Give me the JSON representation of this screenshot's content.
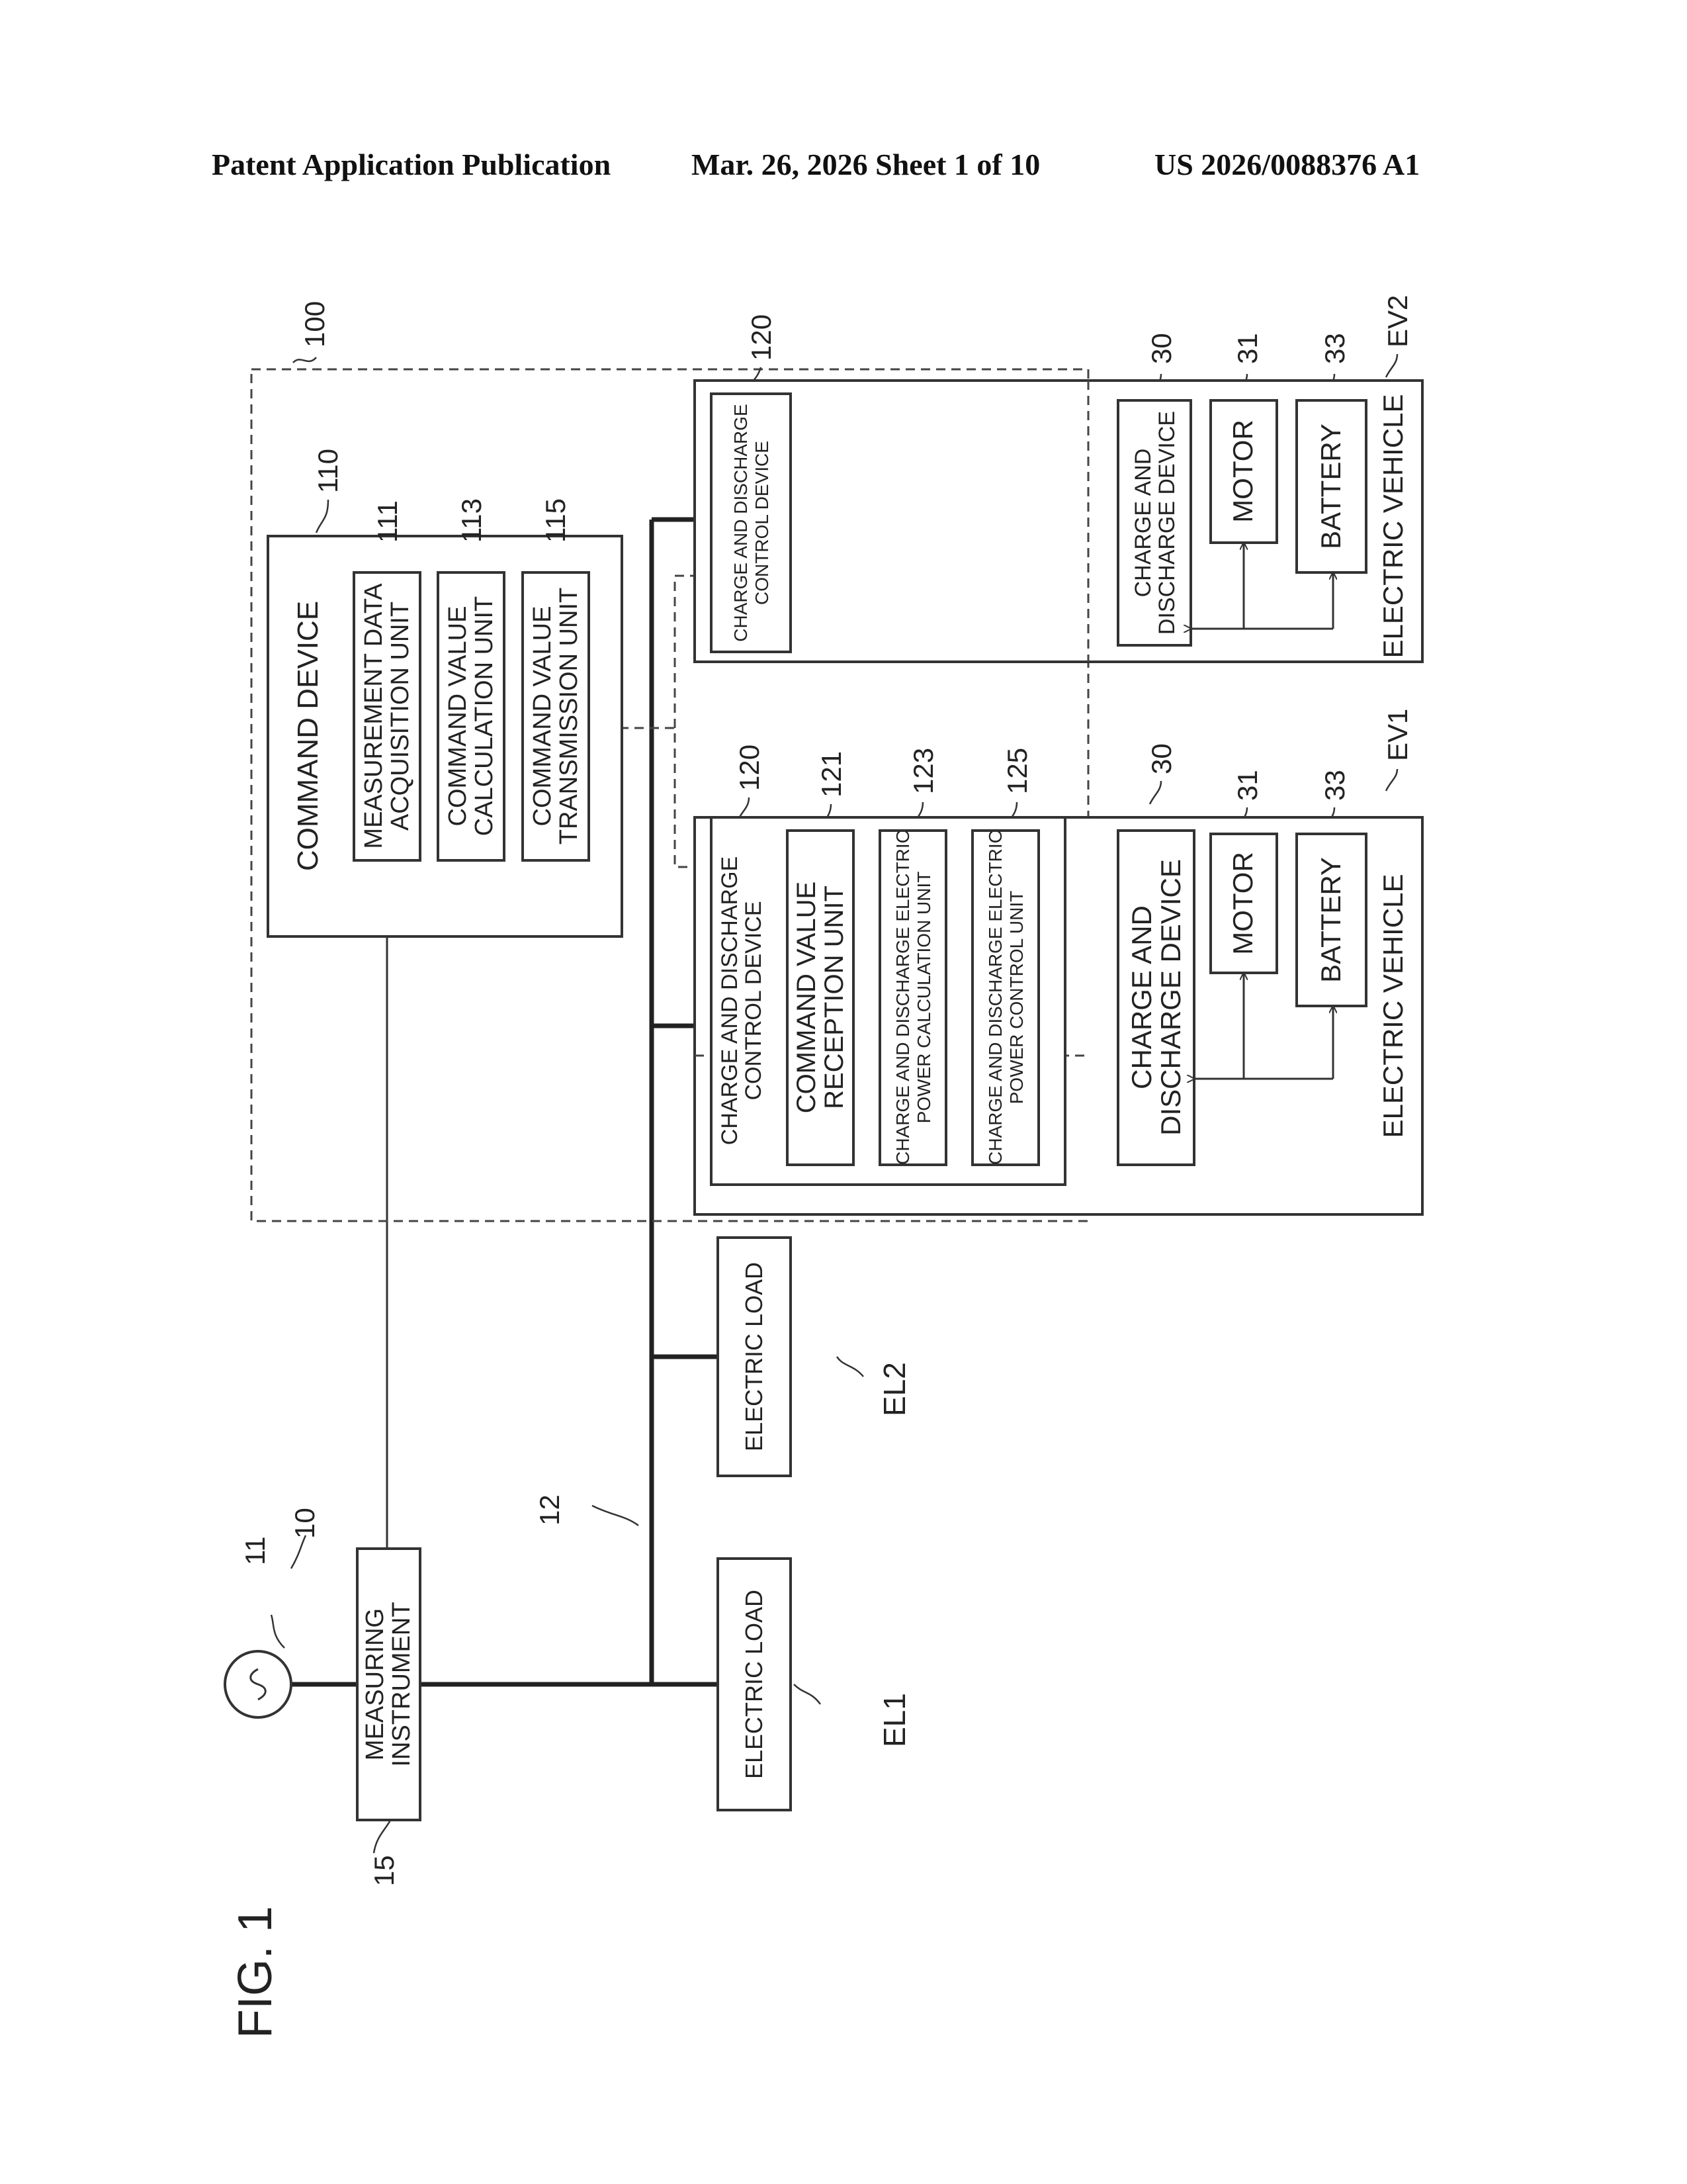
{
  "header": {
    "publication": "Patent Application Publication",
    "date_sheet": "Mar. 26, 2026  Sheet 1 of 10",
    "number": "US 2026/0088376 A1"
  },
  "figure": {
    "label": "FIG. 1"
  },
  "refs": {
    "r100": "100",
    "r110": "110",
    "r111": "111",
    "r113": "113",
    "r115": "115",
    "r120a": "120",
    "r120b": "120",
    "r121": "121",
    "r123": "123",
    "r125": "125",
    "r30a": "30",
    "r31a": "31",
    "r33a": "33",
    "r30b": "30",
    "r31b": "31",
    "r33b": "33",
    "ev1": "EV1",
    "ev2": "EV2",
    "el1": "EL1",
    "el2": "EL2",
    "r10": "10",
    "r11": "11",
    "r12": "12",
    "r15": "15"
  },
  "labels": {
    "measuring_1": "MEASURING",
    "measuring_2": "INSTRUMENT",
    "electric_load_1": "ELECTRIC LOAD",
    "electric_load_2": "ELECTRIC LOAD",
    "command_device": "COMMAND DEVICE",
    "meas_acq_1": "MEASUREMENT DATA",
    "meas_acq_2": "ACQUISITION UNIT",
    "cmd_calc_1": "COMMAND VALUE",
    "cmd_calc_2": "CALCULATION UNIT",
    "cmd_tx_1": "COMMAND VALUE",
    "cmd_tx_2": "TRANSMISSION UNIT",
    "cdc1_1": "CHARGE AND DISCHARGE",
    "cdc1_2": "CONTROL DEVICE",
    "cvr_1": "COMMAND VALUE",
    "cvr_2": "RECEPTION UNIT",
    "pcalc_1": "CHARGE AND DISCHARGE ELECTRIC",
    "pcalc_2": "POWER CALCULATION UNIT",
    "pctrl_1": "CHARGE AND DISCHARGE ELECTRIC",
    "pctrl_2": "POWER CONTROL UNIT",
    "cdc2_1": "CHARGE AND DISCHARGE",
    "cdc2_2": "CONTROL DEVICE",
    "cd1_1": "CHARGE AND",
    "cd1_2": "DISCHARGE DEVICE",
    "motor1": "MOTOR",
    "battery1": "BATTERY",
    "ev1_label": "ELECTRIC VEHICLE",
    "cd2_1": "CHARGE AND",
    "cd2_2": "DISCHARGE DEVICE",
    "motor2": "MOTOR",
    "battery2": "BATTERY",
    "ev2_label": "ELECTRIC VEHICLE"
  }
}
